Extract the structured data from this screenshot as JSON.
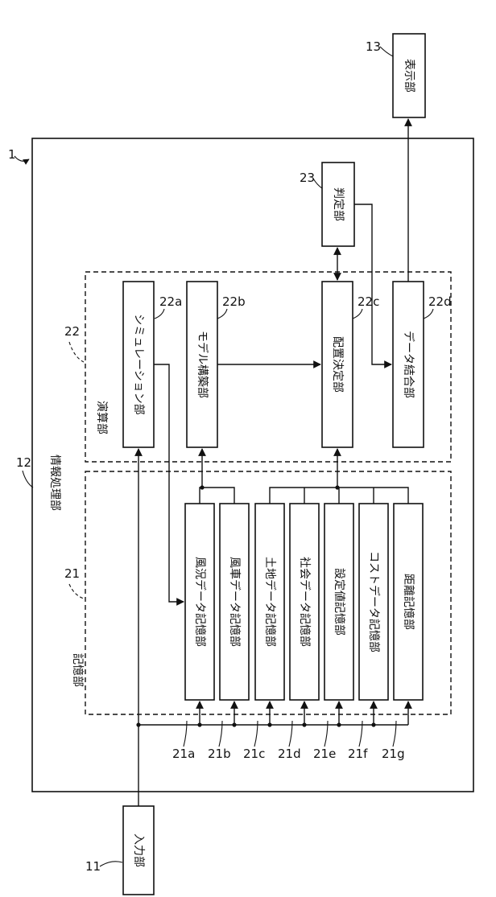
{
  "blocks": {
    "input": "入力部",
    "display": "表示部",
    "info_processing": "情報処理部",
    "storage": "記憶部",
    "compute": "演算部",
    "simulation": "シミュレーション部",
    "model_build": "モデル構築部",
    "placement": "配置決定部",
    "data_join": "データ結合部",
    "judge": "判定部",
    "wind_data": "風況データ記憶部",
    "turbine_data": "風車データ記憶部",
    "land_data": "土地データ記憶部",
    "social_data": "社会データ記憶部",
    "setting": "設定値記憶部",
    "cost_data": "コストデータ記憶部",
    "distance": "距離記憶部"
  },
  "refs": {
    "system": "1",
    "input": "11",
    "info_processing": "12",
    "display": "13",
    "storage": "21",
    "compute": "22",
    "judge": "23",
    "r21a": "21a",
    "r21b": "21b",
    "r21c": "21c",
    "r21d": "21d",
    "r21e": "21e",
    "r21f": "21f",
    "r21g": "21g",
    "r22a": "22a",
    "r22b": "22b",
    "r22c": "22c",
    "r22d": "22d"
  }
}
